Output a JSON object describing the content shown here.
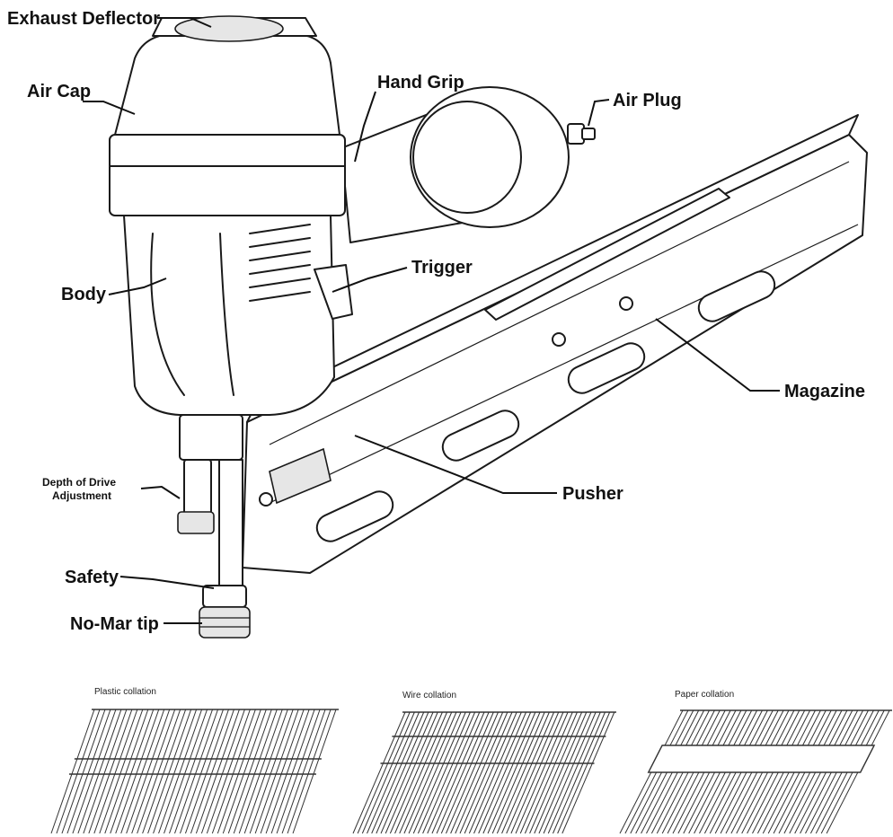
{
  "labels": {
    "exhaust_deflector": "Exhaust Deflector",
    "air_cap": "Air Cap",
    "hand_grip": "Hand Grip",
    "air_plug": "Air Plug",
    "trigger": "Trigger",
    "body": "Body",
    "magazine": "Magazine",
    "depth_line1": "Depth of Drive",
    "depth_line2": "Adjustment",
    "pusher": "Pusher",
    "safety": "Safety",
    "no_mar_tip": "No-Mar tip"
  },
  "collations": [
    {
      "label": "Plastic collation",
      "bands": 2,
      "nails": 46
    },
    {
      "label": "Wire collation",
      "bands": 2,
      "nails": 46
    },
    {
      "label": "Paper collation",
      "bands": 1,
      "nails": 40
    }
  ],
  "colors": {
    "ink": "#1a1a1a",
    "background": "#ffffff"
  }
}
